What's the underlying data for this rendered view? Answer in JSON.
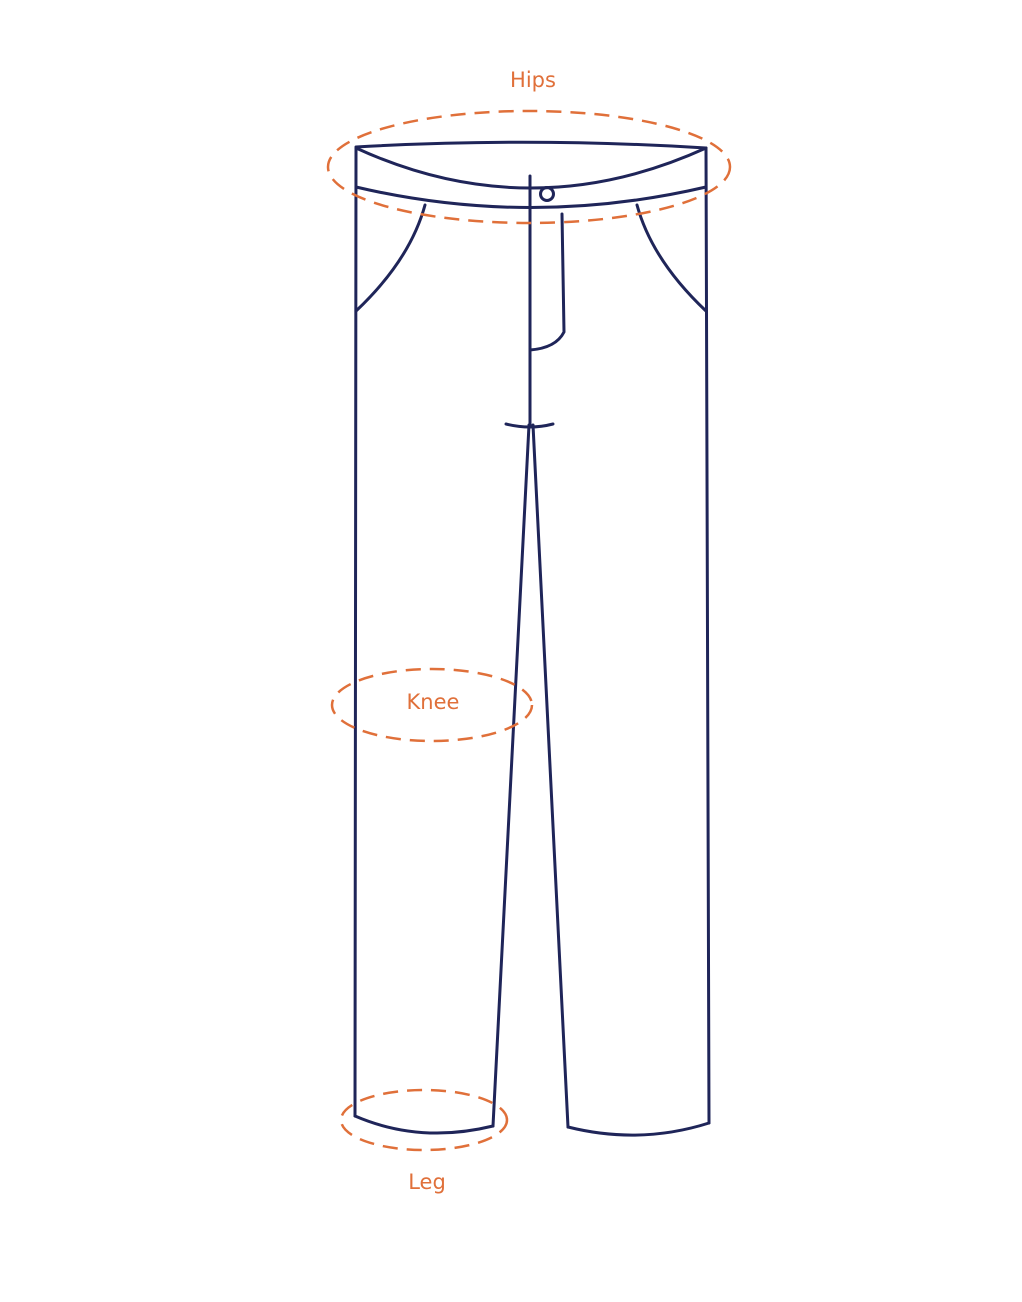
{
  "labels": {
    "hips": "Hips",
    "knee": "Knee",
    "leg": "Leg"
  },
  "colors": {
    "outline": "#1f2559",
    "measurement": "#e0703a",
    "background": "#ffffff"
  },
  "icons": {
    "garment": "trousers-icon",
    "measure_marker": "dashed-ellipse"
  }
}
